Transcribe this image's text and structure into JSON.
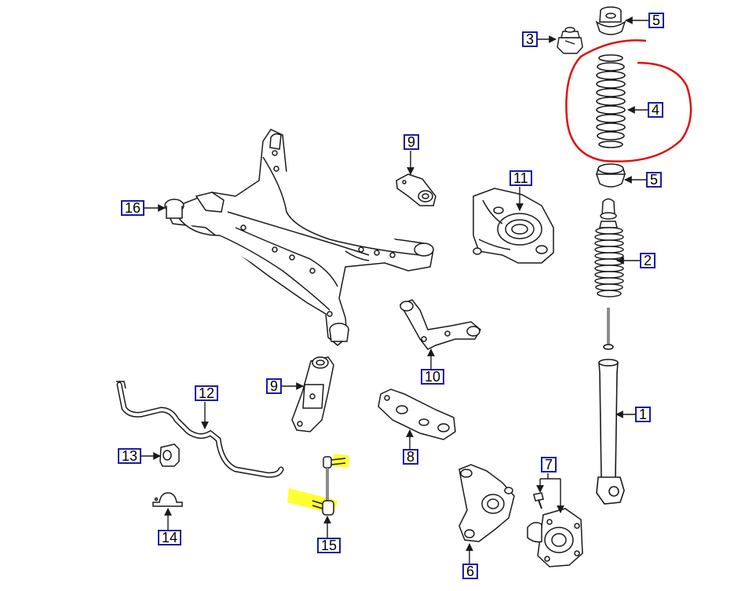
{
  "diagram": {
    "colors": {
      "line": "#1a1a1a",
      "label_border": "#1a1aa8",
      "label_text": "#000000",
      "highlight_circle": "#e01010",
      "highlight_marker": "#ffff33"
    },
    "callouts": {
      "c1": "1",
      "c2": "2",
      "c3": "3",
      "c4": "4",
      "c5a": "5",
      "c5b": "5",
      "c6": "6",
      "c7": "7",
      "c8": "8",
      "c9a": "9",
      "c9b": "9",
      "c10": "10",
      "c11": "11",
      "c12": "12",
      "c13": "13",
      "c14": "14",
      "c15": "15",
      "c16": "16"
    },
    "parts": [
      {
        "id": "shock-absorber",
        "callout": "1"
      },
      {
        "id": "dust-boot",
        "callout": "2"
      },
      {
        "id": "mount-insulator",
        "callout": "3"
      },
      {
        "id": "coil-spring",
        "callout": "4",
        "highlighted": true
      },
      {
        "id": "spring-seat-upper",
        "callout": "5"
      },
      {
        "id": "spring-seat-lower",
        "callout": "5"
      },
      {
        "id": "rear-knuckle",
        "callout": "6"
      },
      {
        "id": "hub-bolts",
        "callout": "7"
      },
      {
        "id": "radius-rod",
        "callout": "8"
      },
      {
        "id": "upper-link-bracket",
        "callout": "9"
      },
      {
        "id": "lower-link",
        "callout": "9"
      },
      {
        "id": "upper-arm",
        "callout": "10"
      },
      {
        "id": "axle-housing",
        "callout": "11"
      },
      {
        "id": "stabilizer-bar",
        "callout": "12"
      },
      {
        "id": "stabilizer-bushing",
        "callout": "13"
      },
      {
        "id": "bushing-clamp",
        "callout": "14"
      },
      {
        "id": "stabilizer-link",
        "callout": "15",
        "highlighted": true
      },
      {
        "id": "suspension-member",
        "callout": "16"
      }
    ]
  }
}
